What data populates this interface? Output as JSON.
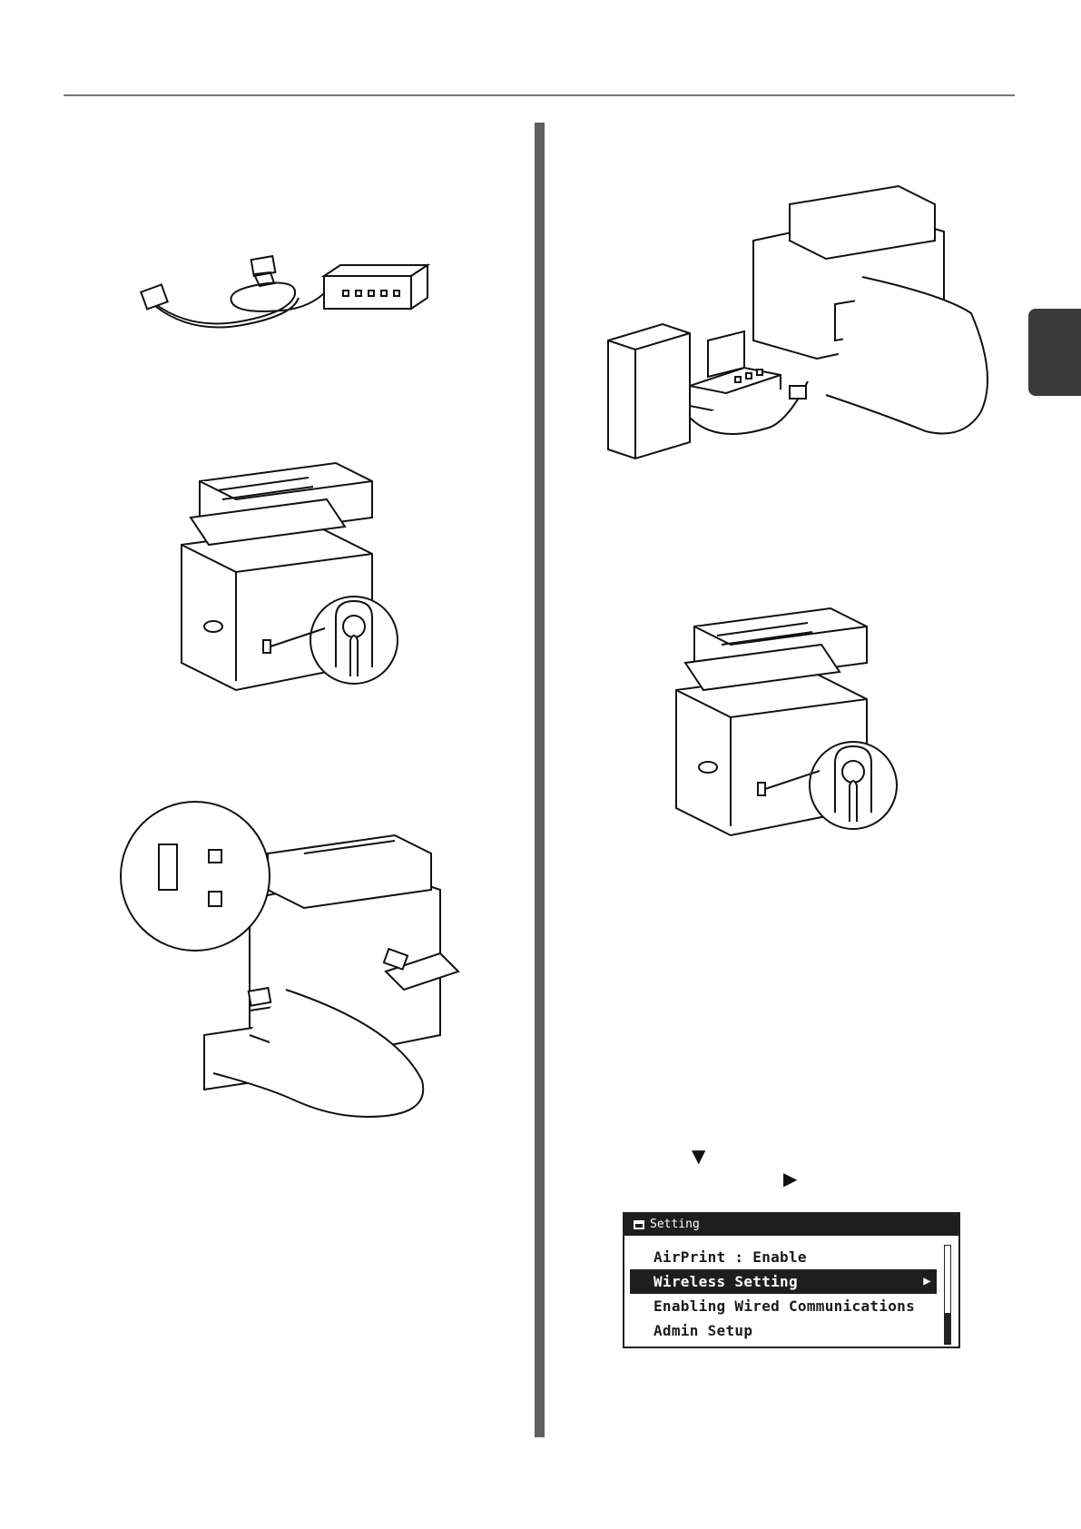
{
  "icons": {
    "down_arrow": "▼",
    "right_arrow": "▶",
    "lcd_header_icon": "menu-icon"
  },
  "lcd": {
    "title": "Setting",
    "items": [
      {
        "label": "AirPrint : Enable"
      },
      {
        "label": "Wireless Setting",
        "selected": true,
        "arrow": "▶"
      },
      {
        "label": "Enabling Wired Communications"
      },
      {
        "label": "Admin Setup"
      }
    ]
  }
}
